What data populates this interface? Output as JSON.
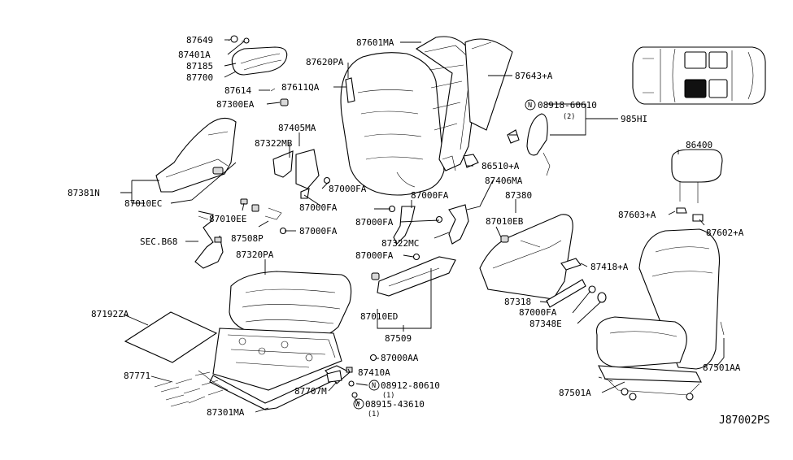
{
  "diagram_id": "J87002PS",
  "labels": {
    "p87649": "87649",
    "p87401A": "87401A",
    "p87185": "87185",
    "p87700": "87700",
    "p87614": "87614",
    "p87300EA": "87300EA",
    "p87620PA": "87620PA",
    "p87611QA": "87611QA",
    "p87601MA": "87601MA",
    "p87643A": "87643+A",
    "p08918": "08918-60610",
    "p08918_qty": "(2)",
    "p985HI": "985HI",
    "p87405MA": "87405MA",
    "p87322MB": "87322MB",
    "p87000FA_1": "87000FA",
    "p87000FA_2": "87000FA",
    "p87000FA_3": "87000FA",
    "p87000FA_4": "87000FA",
    "p87000FA_5": "87000FA",
    "p87000FA_6": "87000FA",
    "p87000FA_7": "87000FA",
    "p86510A": "86510+A",
    "p87406MA": "87406MA",
    "p87381N": "87381N",
    "p87010EC": "87010EC",
    "p87010EE": "87010EE",
    "p87508P": "87508P",
    "pSECB68": "SEC.B68",
    "p87320PA": "87320PA",
    "p87322MC": "87322MC",
    "p87380": "87380",
    "p87010EB": "87010EB",
    "p86400": "86400",
    "p87603A": "87603+A",
    "p87602A": "87602+A",
    "p87418A": "87418+A",
    "p87318": "87318",
    "p87348E": "87348E",
    "p87010ED": "87010ED",
    "p87509": "87509",
    "p87192ZA": "87192ZA",
    "p87000AA": "87000AA",
    "p87410A": "87410A",
    "p08912": "08912-80610",
    "p08912_qty": "(1)",
    "p08915": "08915-43610",
    "p08915_qty": "(1)",
    "p87771": "87771",
    "p87707M": "87707M",
    "p87301MA": "87301MA",
    "p87501AA": "87501AA",
    "p87501A": "87501A",
    "symN1": "N",
    "symN2": "N",
    "symW": "W"
  }
}
